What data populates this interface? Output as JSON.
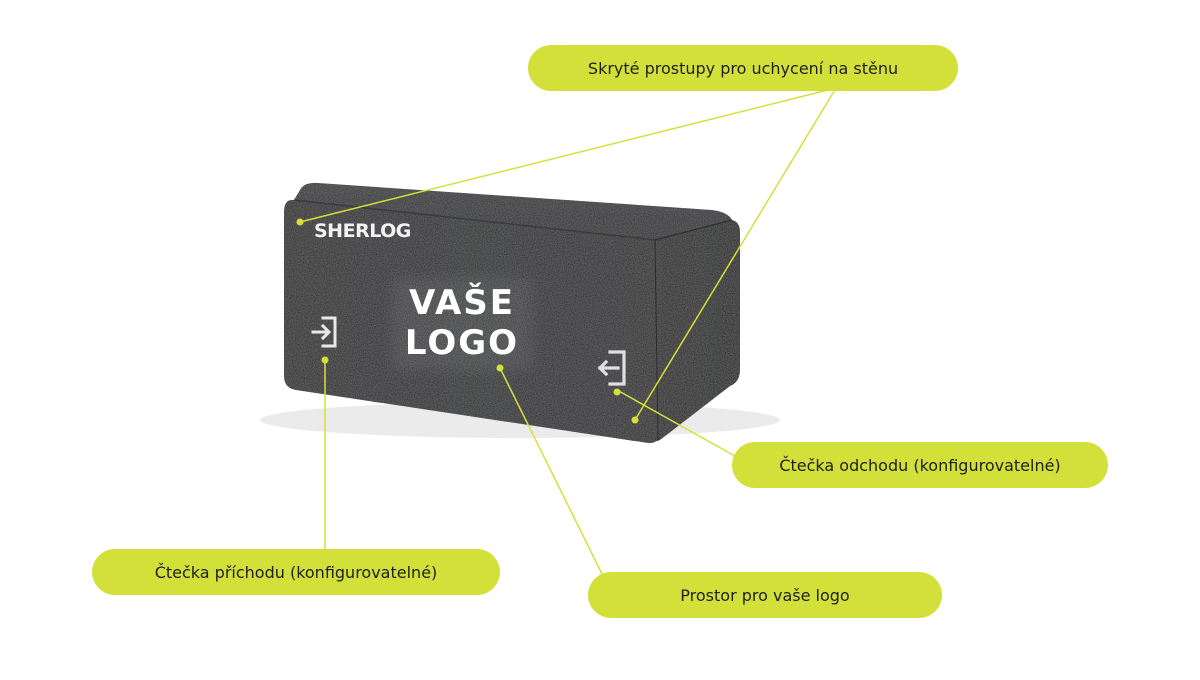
{
  "device": {
    "brand": "SHERLOG",
    "logo_line1": "VAŠE",
    "logo_line2": "LOGO",
    "body_color": "#1c1d20",
    "icon_left": "login-arrow-icon",
    "icon_right": "logout-arrow-icon"
  },
  "callouts": {
    "wall_mount": "Skryté prostupy pro uchycení na stěnu",
    "exit_reader": "Čtečka odchodu (konfigurovatelné)",
    "entry_reader": "Čtečka příchodu (konfigurovatelné)",
    "logo_space": "Prostor pro vaše logo"
  },
  "colors": {
    "accent": "#d4e03a",
    "line": "#d4e03a",
    "text": "#1f1f1f"
  }
}
